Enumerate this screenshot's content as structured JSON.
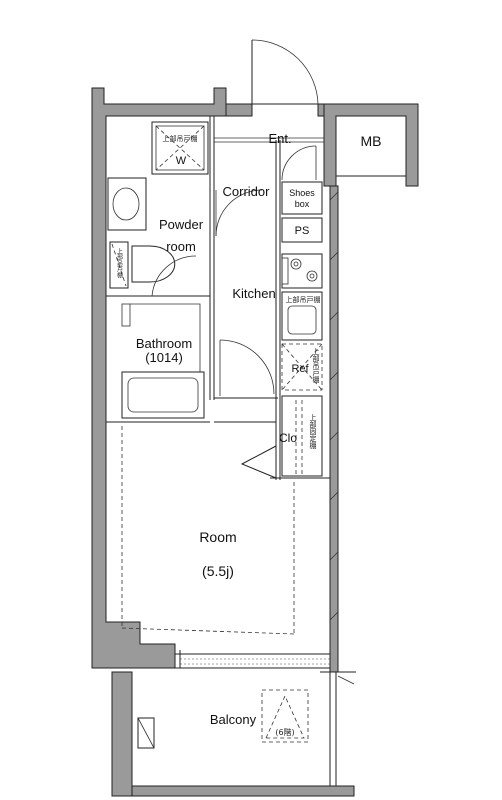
{
  "labels": {
    "entrance": "Ent.",
    "meter_box": "MB",
    "washer": "W",
    "corridor": "Corridor",
    "shoes_box_line1": "Shoes",
    "shoes_box_line2": "box",
    "pipe_space": "PS",
    "powder_room_line1": "Powder",
    "powder_room_line2": "room",
    "kitchen": "Kitchen",
    "bathroom": "Bathroom",
    "bathroom_size": "(1014)",
    "refrigerator": "Ref",
    "closet": "Clo",
    "room": "Room",
    "room_size": "(5.5j)",
    "balcony": "Balcony",
    "balcony_floor": "(6階)"
  },
  "notes": {
    "upper_cabinet": "上部吊戸棚",
    "upper_fixed_shelf": "上部固定棚"
  },
  "colors": {
    "wall": "#9a9a9a",
    "line": "#222222"
  }
}
